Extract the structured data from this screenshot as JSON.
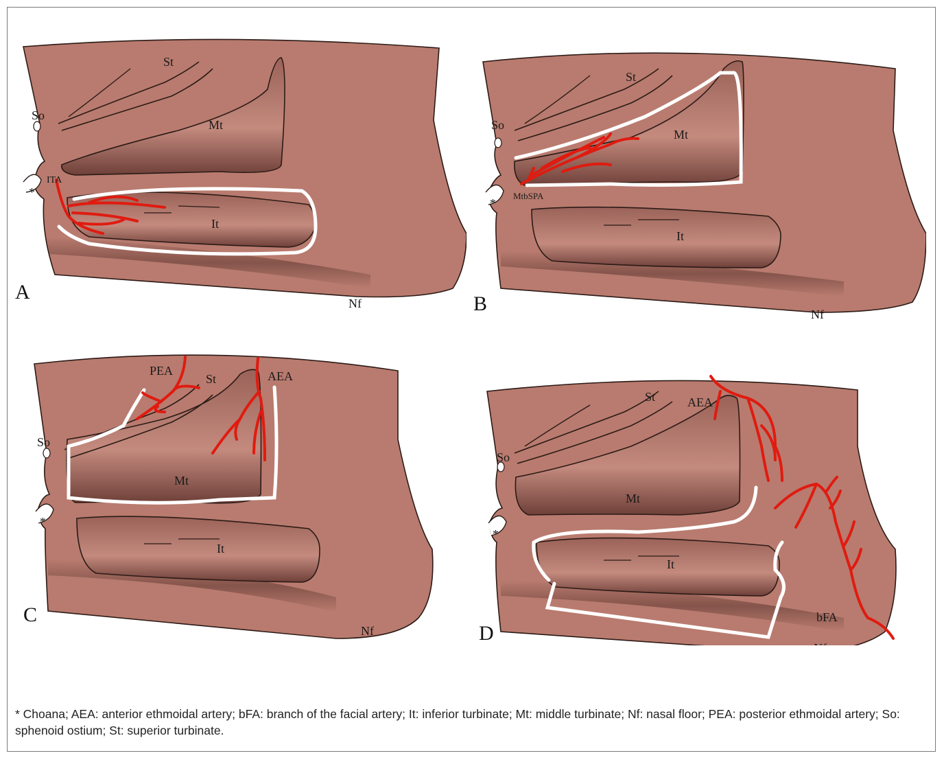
{
  "colors": {
    "tissue": "#b97b6f",
    "tissue_dark": "#7a4a42",
    "outline": "#2b1a16",
    "artery": "#e01b10",
    "incision": "#ffffff"
  },
  "panels": [
    {
      "letter": "A",
      "labels": {
        "st": "St",
        "mt": "Mt",
        "so": "So",
        "it": "It",
        "nf": "Nf",
        "choana": "*",
        "artery": "ITA"
      }
    },
    {
      "letter": "B",
      "labels": {
        "st": "St",
        "mt": "Mt",
        "so": "So",
        "it": "It",
        "nf": "Nf",
        "choana": "*",
        "artery": "MtbSPA"
      }
    },
    {
      "letter": "C",
      "labels": {
        "st": "St",
        "mt": "Mt",
        "so": "So",
        "it": "It",
        "nf": "Nf",
        "choana": "*",
        "artery1": "PEA",
        "artery2": "AEA"
      }
    },
    {
      "letter": "D",
      "labels": {
        "st": "St",
        "mt": "Mt",
        "so": "So",
        "it": "It",
        "nf": "Nf",
        "choana": "*",
        "artery1": "AEA",
        "artery2": "bFA"
      }
    }
  ],
  "caption": "* Choana; AEA: anterior ethmoidal artery; bFA: branch of the facial artery; It: inferior turbinate; Mt: middle turbinate; Nf: nasal floor; PEA: posterior ethmoidal artery; So: sphenoid ostium; St: superior turbinate."
}
